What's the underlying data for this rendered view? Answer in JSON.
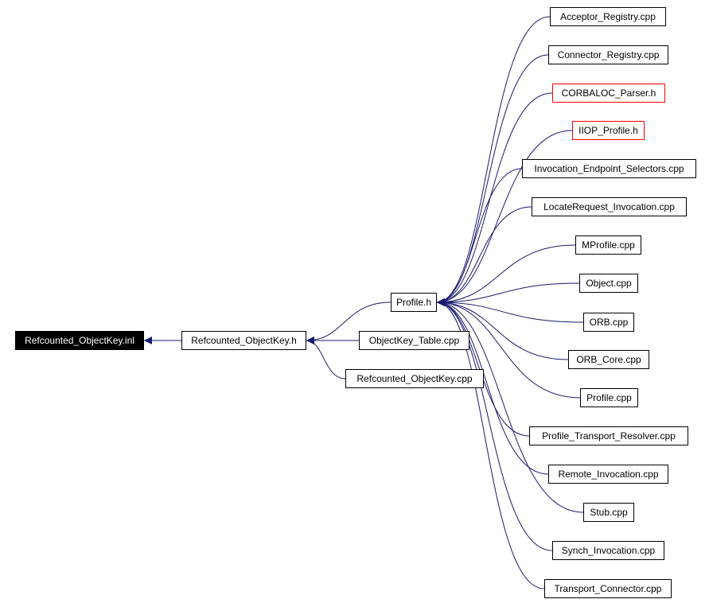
{
  "nodes": [
    {
      "id": "root",
      "label": "Refcounted_ObjectKey.inl",
      "style": "root"
    },
    {
      "id": "rok_h",
      "label": "Refcounted_ObjectKey.h",
      "style": "normal"
    },
    {
      "id": "profile_h",
      "label": "Profile.h",
      "style": "normal"
    },
    {
      "id": "objkey_table",
      "label": "ObjectKey_Table.cpp",
      "style": "normal"
    },
    {
      "id": "rok_cpp",
      "label": "Refcounted_ObjectKey.cpp",
      "style": "normal"
    },
    {
      "id": "acceptor",
      "label": "Acceptor_Registry.cpp",
      "style": "normal"
    },
    {
      "id": "connector",
      "label": "Connector_Registry.cpp",
      "style": "normal"
    },
    {
      "id": "corbaloc",
      "label": "CORBALOC_Parser.h",
      "style": "red"
    },
    {
      "id": "iiop",
      "label": "IIOP_Profile.h",
      "style": "red"
    },
    {
      "id": "invocation_ep",
      "label": "Invocation_Endpoint_Selectors.cpp",
      "style": "normal"
    },
    {
      "id": "locaterequest",
      "label": "LocateRequest_Invocation.cpp",
      "style": "normal"
    },
    {
      "id": "mprofile",
      "label": "MProfile.cpp",
      "style": "normal"
    },
    {
      "id": "object",
      "label": "Object.cpp",
      "style": "normal"
    },
    {
      "id": "orb",
      "label": "ORB.cpp",
      "style": "normal"
    },
    {
      "id": "orb_core",
      "label": "ORB_Core.cpp",
      "style": "normal"
    },
    {
      "id": "profile_cpp",
      "label": "Profile.cpp",
      "style": "normal"
    },
    {
      "id": "ptr",
      "label": "Profile_Transport_Resolver.cpp",
      "style": "normal"
    },
    {
      "id": "remote_inv",
      "label": "Remote_Invocation.cpp",
      "style": "normal"
    },
    {
      "id": "stub",
      "label": "Stub.cpp",
      "style": "normal"
    },
    {
      "id": "synch_inv",
      "label": "Synch_Invocation.cpp",
      "style": "normal"
    },
    {
      "id": "transport_conn",
      "label": "Transport_Connector.cpp",
      "style": "normal"
    }
  ],
  "edges": [
    {
      "from": "rok_h",
      "to": "root"
    },
    {
      "from": "profile_h",
      "to": "rok_h"
    },
    {
      "from": "objkey_table",
      "to": "rok_h"
    },
    {
      "from": "rok_cpp",
      "to": "rok_h"
    },
    {
      "from": "acceptor",
      "to": "profile_h"
    },
    {
      "from": "connector",
      "to": "profile_h"
    },
    {
      "from": "corbaloc",
      "to": "profile_h"
    },
    {
      "from": "iiop",
      "to": "profile_h"
    },
    {
      "from": "invocation_ep",
      "to": "profile_h"
    },
    {
      "from": "locaterequest",
      "to": "profile_h"
    },
    {
      "from": "mprofile",
      "to": "profile_h"
    },
    {
      "from": "object",
      "to": "profile_h"
    },
    {
      "from": "orb",
      "to": "profile_h"
    },
    {
      "from": "orb_core",
      "to": "profile_h"
    },
    {
      "from": "profile_cpp",
      "to": "profile_h"
    },
    {
      "from": "ptr",
      "to": "profile_h"
    },
    {
      "from": "remote_inv",
      "to": "profile_h"
    },
    {
      "from": "stub",
      "to": "profile_h"
    },
    {
      "from": "synch_inv",
      "to": "profile_h"
    },
    {
      "from": "transport_conn",
      "to": "profile_h"
    }
  ],
  "colors": {
    "edge": "#191970",
    "node_border": "#000000",
    "highlight_border": "#ff0000",
    "root_fill": "#000000",
    "root_text": "#ffffff"
  }
}
